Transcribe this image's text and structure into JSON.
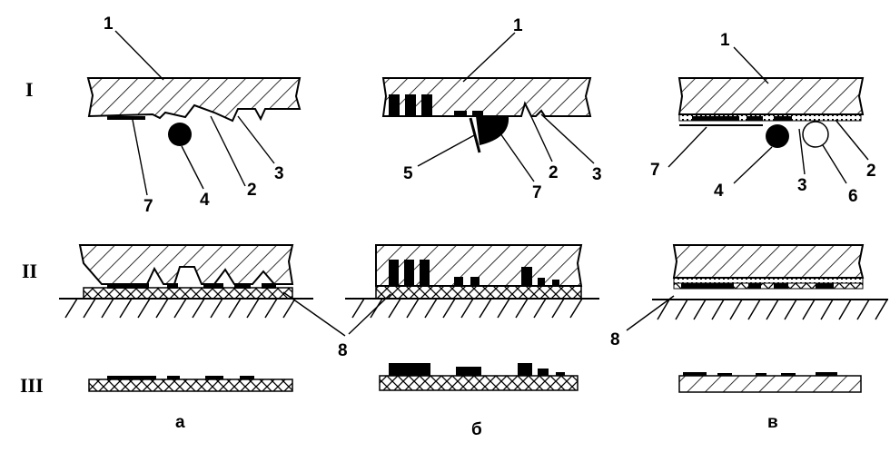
{
  "rows": [
    "I",
    "II",
    "III"
  ],
  "columns": [
    "а",
    "б",
    "в"
  ],
  "callouts": {
    "a": [
      "1",
      "7",
      "4",
      "2",
      "3"
    ],
    "b": [
      "1",
      "5",
      "7",
      "2",
      "3"
    ],
    "c": [
      "1",
      "7",
      "4",
      "3",
      "6",
      "2"
    ],
    "shared": "8",
    "c_row2": "8"
  }
}
